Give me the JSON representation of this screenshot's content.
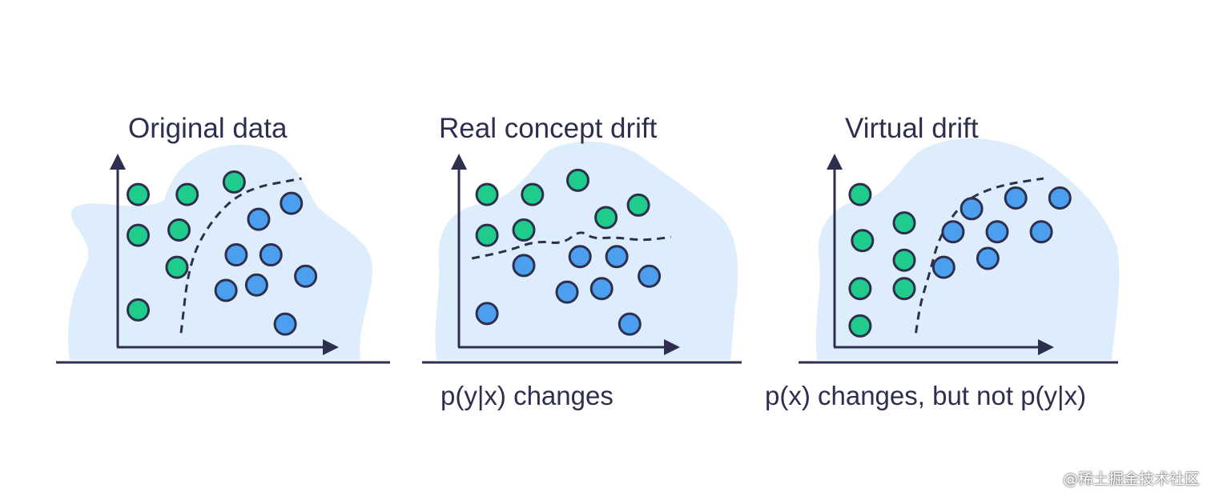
{
  "colors": {
    "blob": "#deedfb",
    "axis": "#2e2f4f",
    "green_point": "#1fcc8c",
    "blue_point": "#4c9eee",
    "point_stroke": "#2e2f4f",
    "boundary": "#2e2f4f"
  },
  "panels": [
    {
      "id": "original",
      "title": "Original data",
      "caption": "",
      "points": [
        {
          "class": "green",
          "x": 0.1,
          "y": 0.86
        },
        {
          "class": "green",
          "x": 0.34,
          "y": 0.86
        },
        {
          "class": "green",
          "x": 0.57,
          "y": 0.93
        },
        {
          "class": "green",
          "x": 0.1,
          "y": 0.63
        },
        {
          "class": "green",
          "x": 0.3,
          "y": 0.66
        },
        {
          "class": "green",
          "x": 0.29,
          "y": 0.45
        },
        {
          "class": "green",
          "x": 0.1,
          "y": 0.21
        },
        {
          "class": "blue",
          "x": 0.85,
          "y": 0.81
        },
        {
          "class": "blue",
          "x": 0.69,
          "y": 0.72
        },
        {
          "class": "blue",
          "x": 0.58,
          "y": 0.52
        },
        {
          "class": "blue",
          "x": 0.75,
          "y": 0.52
        },
        {
          "class": "blue",
          "x": 0.92,
          "y": 0.4
        },
        {
          "class": "blue",
          "x": 0.53,
          "y": 0.32
        },
        {
          "class": "blue",
          "x": 0.68,
          "y": 0.35
        },
        {
          "class": "blue",
          "x": 0.82,
          "y": 0.13
        }
      ],
      "boundary": [
        [
          0.31,
          0.08
        ],
        [
          0.35,
          0.48
        ],
        [
          0.46,
          0.72
        ],
        [
          0.62,
          0.89
        ],
        [
          0.9,
          0.95
        ]
      ]
    },
    {
      "id": "real",
      "title": "Real concept drift",
      "caption": "p(y|x)  changes",
      "points": [
        {
          "class": "green",
          "x": 0.13,
          "y": 0.86
        },
        {
          "class": "green",
          "x": 0.34,
          "y": 0.86
        },
        {
          "class": "green",
          "x": 0.55,
          "y": 0.94
        },
        {
          "class": "green",
          "x": 0.83,
          "y": 0.8
        },
        {
          "class": "green",
          "x": 0.68,
          "y": 0.73
        },
        {
          "class": "green",
          "x": 0.13,
          "y": 0.63
        },
        {
          "class": "green",
          "x": 0.3,
          "y": 0.66
        },
        {
          "class": "blue",
          "x": 0.3,
          "y": 0.46
        },
        {
          "class": "blue",
          "x": 0.56,
          "y": 0.51
        },
        {
          "class": "blue",
          "x": 0.73,
          "y": 0.51
        },
        {
          "class": "blue",
          "x": 0.88,
          "y": 0.4
        },
        {
          "class": "blue",
          "x": 0.5,
          "y": 0.31
        },
        {
          "class": "blue",
          "x": 0.66,
          "y": 0.33
        },
        {
          "class": "blue",
          "x": 0.13,
          "y": 0.19
        },
        {
          "class": "blue",
          "x": 0.79,
          "y": 0.13
        }
      ],
      "boundary": [
        [
          0.06,
          0.5
        ],
        [
          0.22,
          0.54
        ],
        [
          0.36,
          0.6
        ],
        [
          0.48,
          0.58
        ],
        [
          0.56,
          0.66
        ],
        [
          0.62,
          0.61
        ],
        [
          0.72,
          0.62
        ],
        [
          0.85,
          0.6
        ],
        [
          0.98,
          0.62
        ]
      ]
    },
    {
      "id": "virtual",
      "title": "Virtual drift",
      "caption": "p(x)  changes,   but not p(y|x)",
      "points": [
        {
          "class": "green",
          "x": 0.11,
          "y": 0.86
        },
        {
          "class": "green",
          "x": 0.12,
          "y": 0.6
        },
        {
          "class": "green",
          "x": 0.3,
          "y": 0.7
        },
        {
          "class": "green",
          "x": 0.3,
          "y": 0.49
        },
        {
          "class": "green",
          "x": 0.11,
          "y": 0.33
        },
        {
          "class": "green",
          "x": 0.3,
          "y": 0.33
        },
        {
          "class": "green",
          "x": 0.11,
          "y": 0.12
        },
        {
          "class": "blue",
          "x": 0.78,
          "y": 0.84
        },
        {
          "class": "blue",
          "x": 0.97,
          "y": 0.84
        },
        {
          "class": "blue",
          "x": 0.59,
          "y": 0.78
        },
        {
          "class": "blue",
          "x": 0.51,
          "y": 0.65
        },
        {
          "class": "blue",
          "x": 0.7,
          "y": 0.65
        },
        {
          "class": "blue",
          "x": 0.89,
          "y": 0.65
        },
        {
          "class": "blue",
          "x": 0.47,
          "y": 0.45
        },
        {
          "class": "blue",
          "x": 0.66,
          "y": 0.5
        }
      ],
      "boundary": [
        [
          0.35,
          0.08
        ],
        [
          0.37,
          0.25
        ],
        [
          0.41,
          0.42
        ],
        [
          0.45,
          0.62
        ],
        [
          0.55,
          0.82
        ],
        [
          0.7,
          0.91
        ],
        [
          0.9,
          0.95
        ]
      ]
    }
  ],
  "watermark": "@稀土掘金技术社区"
}
